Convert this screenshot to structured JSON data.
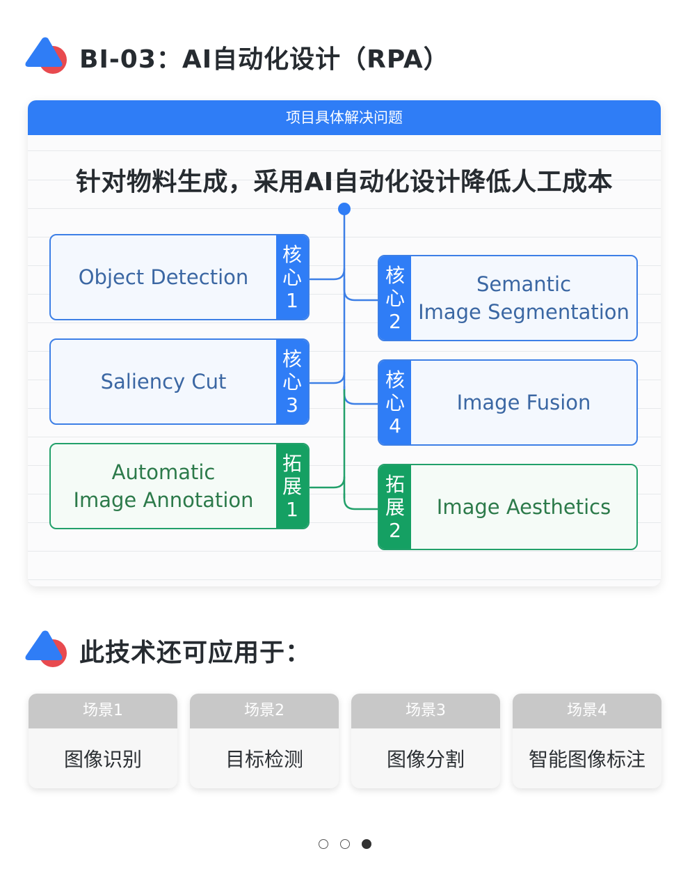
{
  "section1": {
    "title": "BI-03：AI自动化设计（RPA）",
    "icon": "brand-triangle-icon"
  },
  "card": {
    "header": "项目具体解决问题",
    "headline": "针对物料生成，采用AI自动化设计降低人工成本",
    "nodes": [
      {
        "id": "core1",
        "tag": [
          "核",
          "心",
          "1"
        ],
        "label": "Object Detection",
        "kind": "core",
        "side": "left"
      },
      {
        "id": "core2",
        "tag": [
          "核",
          "心",
          "2"
        ],
        "label": "Semantic\nImage Segmentation",
        "kind": "core",
        "side": "right"
      },
      {
        "id": "core3",
        "tag": [
          "核",
          "心",
          "3"
        ],
        "label": "Saliency Cut",
        "kind": "core",
        "side": "left"
      },
      {
        "id": "core4",
        "tag": [
          "核",
          "心",
          "4"
        ],
        "label": "Image Fusion",
        "kind": "core",
        "side": "right"
      },
      {
        "id": "ext1",
        "tag": [
          "拓",
          "展",
          "1"
        ],
        "label": "Automatic\nImage Annotation",
        "kind": "ext",
        "side": "left"
      },
      {
        "id": "ext2",
        "tag": [
          "拓",
          "展",
          "2"
        ],
        "label": "Image Aesthetics",
        "kind": "ext",
        "side": "right"
      }
    ]
  },
  "section2": {
    "title": "此技术还可应用于：",
    "icon": "brand-triangle-icon"
  },
  "scenarios": [
    {
      "header": "场景1",
      "body": "图像识别"
    },
    {
      "header": "场景2",
      "body": "目标检测"
    },
    {
      "header": "场景3",
      "body": "图像分割"
    },
    {
      "header": "场景4",
      "body": "智能图像标注"
    }
  ],
  "pagination": {
    "total": 3,
    "active_index": 2
  },
  "colors": {
    "primary_blue": "#2f7df6",
    "extension_green": "#15a063",
    "logo_red": "#e84a4f",
    "scenario_header_gray": "#c8c8c8"
  }
}
